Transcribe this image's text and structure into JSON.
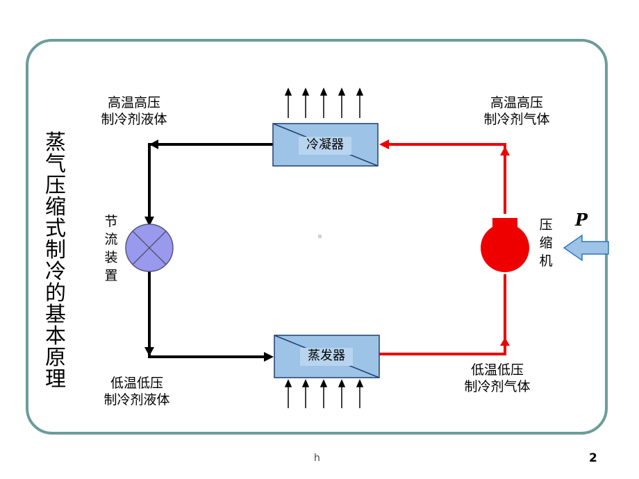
{
  "slide": {
    "title_vertical": "蒸气压缩式制冷的基本原理",
    "page_marker": "h",
    "page_number": "2"
  },
  "components": {
    "condenser": "冷凝器",
    "evaporator": "蒸发器",
    "throttle": "节流装置",
    "compressor": "压缩机"
  },
  "states": {
    "top_left": [
      "高温高压",
      "制冷剂液体"
    ],
    "top_right": [
      "高温高压",
      "制冷剂气体"
    ],
    "bottom_left": [
      "低温低压",
      "制冷剂液体"
    ],
    "bottom_right": [
      "低温低压",
      "制冷剂气体"
    ]
  },
  "power_input": "P",
  "colors": {
    "frame": "#6c9c9a",
    "box_fill": "#9dc3e6",
    "box_stroke": "#1f3f6f",
    "hot_line": "#ee0000",
    "cold_line": "#000000",
    "throttle_fill": "#9999ee",
    "arrow_fill": "#9dc3e6"
  }
}
